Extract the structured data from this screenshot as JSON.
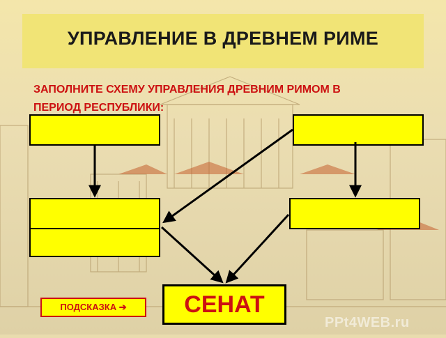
{
  "title": "УПРАВЛЕНИЕ В ДРЕВНЕМ РИМЕ",
  "task_line1": "ЗАПОЛНИТЕ СХЕМУ УПРАВЛЕНИЯ ДРЕВНИМ РИМОМ В",
  "task_line2": "ПЕРИОД РЕСПУБЛИКИ:",
  "senate_label": "СЕНАТ",
  "hint_label": "ПОДСКАЗКА ➔",
  "watermark": "PPt4WEB.ru",
  "colors": {
    "box_fill": "#ffff00",
    "accent_red": "#cc1111",
    "title_band": "#f0e46e"
  }
}
